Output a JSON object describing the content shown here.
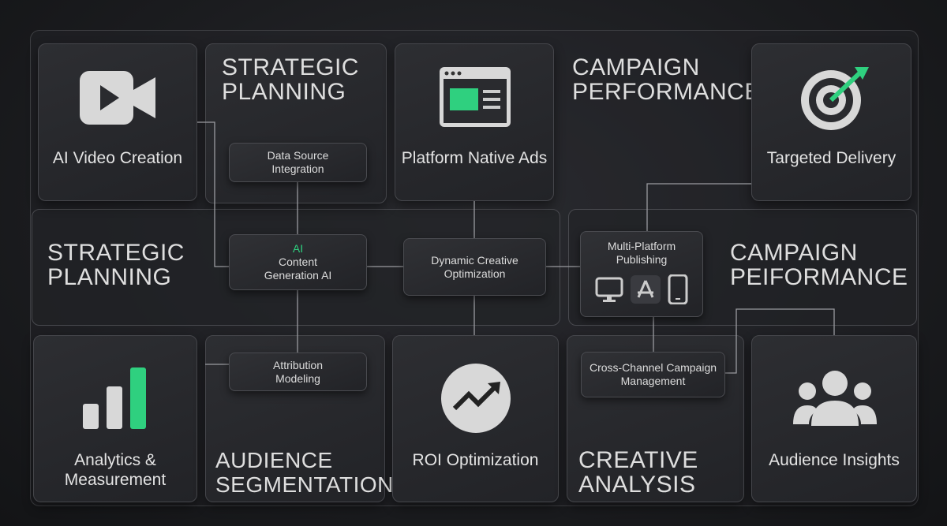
{
  "cards": {
    "ai_video": "AI Video Creation",
    "strategic_top": "STRATEGIC PLANNING",
    "platform_native": "Platform Native Ads",
    "campaign_top": "CAMPAIGN PERFORMANCE",
    "targeted": "Targeted Delivery",
    "strategic_mid": "STRATEGIC PLANNING",
    "campaign_mid": "CAMPAIGN PEIFORMANCE",
    "analytics": "Analytics & Measurement",
    "audience_seg": "AUDIENCE SEGMENTATION",
    "roi": "ROI Optimization",
    "creative": "CREATIVE ANALYSIS",
    "audience_insights": "Audience Insights"
  },
  "nodes": {
    "data_source": "Data Source Integration",
    "ai_tag": "AI",
    "content_gen": "Content Generation AI",
    "dynamic": "Dynamic Creative Optimization",
    "multi": "Multi-Platform Publishing",
    "attribution": "Attribution Modeling",
    "cross": "Cross-Channel Campaign Management"
  },
  "colors": {
    "accent": "#2fd07f"
  }
}
